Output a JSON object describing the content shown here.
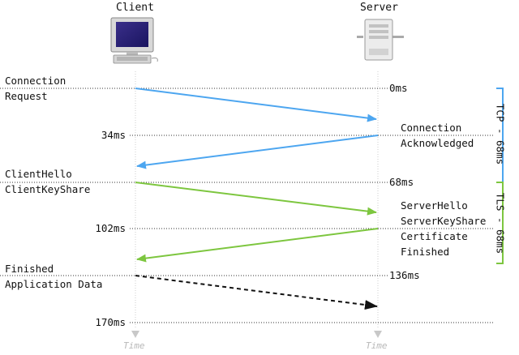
{
  "participants": {
    "client": "Client",
    "server": "Server"
  },
  "timeline": {
    "t0": "0ms",
    "t34": "34ms",
    "t68": "68ms",
    "t102": "102ms",
    "t136": "136ms",
    "t170": "170ms",
    "axis_client": "Time",
    "axis_server": "Time"
  },
  "messages": {
    "connection_request": [
      "Connection",
      "Request"
    ],
    "connection_ack": [
      "Connection",
      "Acknowledged"
    ],
    "client_hello": [
      "ClientHello",
      "ClientKeyShare"
    ],
    "server_hello": [
      "ServerHello",
      "ServerKeyShare",
      "Certificate",
      "Finished"
    ],
    "finished": [
      "Finished",
      "Application Data"
    ]
  },
  "phases": {
    "tcp": "TCP - 68ms",
    "tls": "TLS - 68ms"
  },
  "colors": {
    "tcp": "#4da6f0",
    "tls": "#7dc63f",
    "data": "#111111",
    "dotted": "#333333",
    "lifeline": "#cccccc"
  }
}
